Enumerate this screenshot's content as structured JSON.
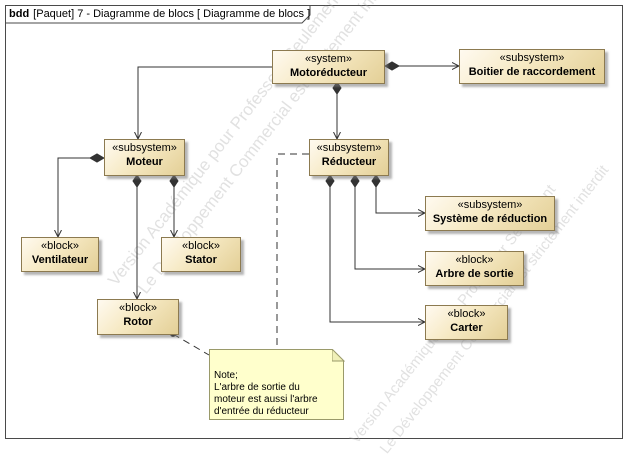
{
  "frame": {
    "keyword": "bdd",
    "title": "[Paquet] 7 - Diagramme de blocs [ Diagramme de blocs ]"
  },
  "blocks": {
    "motoreducteur": {
      "stereotype": "«system»",
      "name": "Motoréducteur"
    },
    "boitier": {
      "stereotype": "«subsystem»",
      "name": "Boitier de raccordement"
    },
    "moteur": {
      "stereotype": "«subsystem»",
      "name": "Moteur"
    },
    "reducteur": {
      "stereotype": "«subsystem»",
      "name": "Réducteur"
    },
    "systeme_reduction": {
      "stereotype": "«subsystem»",
      "name": "Système de réduction"
    },
    "ventilateur": {
      "stereotype": "«block»",
      "name": "Ventilateur"
    },
    "stator": {
      "stereotype": "«block»",
      "name": "Stator"
    },
    "rotor": {
      "stereotype": "«block»",
      "name": "Rotor"
    },
    "arbre_sortie": {
      "stereotype": "«block»",
      "name": "Arbre de sortie"
    },
    "carter": {
      "stereotype": "«block»",
      "name": "Carter"
    }
  },
  "note": {
    "lines": [
      "Note;",
      "L'arbre de sortie du",
      "moteur est aussi l'arbre",
      "d'entrée du réducteur"
    ]
  },
  "watermark": {
    "line1": "Version Académique pour Professeur Seulement",
    "line2": "Le Développement Commercial est strictement interdit",
    "line3": "Version Académique pour Professeur Seulement",
    "line4": "Le Développement Commercial est strictement interdit"
  },
  "colors": {
    "block_fill_light": "#fffaf0",
    "block_fill_dark": "#e3cf96",
    "block_border": "#8c7a50",
    "note_fill": "#ffffcc",
    "line": "#333333"
  }
}
